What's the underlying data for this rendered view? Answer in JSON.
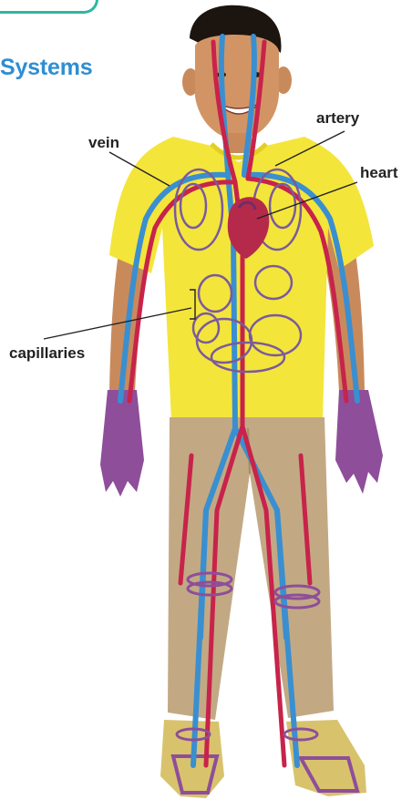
{
  "header": {
    "title_partial": "Systems"
  },
  "diagram": {
    "labels": {
      "vein": "vein",
      "artery": "artery",
      "heart": "heart",
      "capillaries": "capillaries"
    }
  },
  "colors": {
    "heading": "#2f8ed1",
    "tab_border": "#2fb6a2",
    "shirt": "#f4e53b",
    "pants": "#c2a984",
    "skin": "#c98a5b",
    "artery": "#c8234a",
    "vein": "#3a8fd0",
    "capillary": "#7a5a9e",
    "heart": "#b52a4a"
  }
}
